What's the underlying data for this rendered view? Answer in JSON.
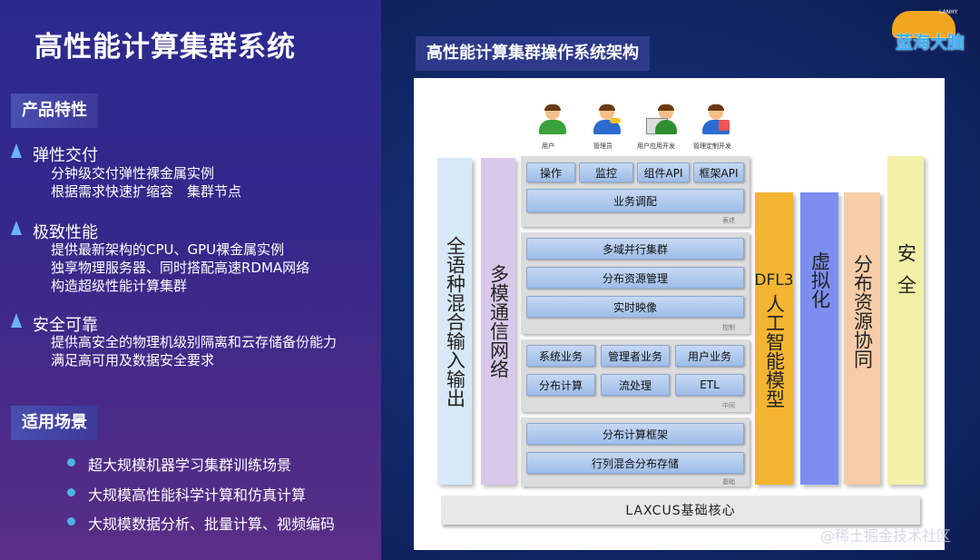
{
  "title": "高性能计算集群系统",
  "features_tag": "产品特性",
  "features": [
    {
      "title": "弹性交付",
      "lines": [
        "分钟级交付弹性裸金属实例",
        "根据需求快速扩缩容　集群节点"
      ]
    },
    {
      "title": "极致性能",
      "lines": [
        "提供最新架构的CPU、GPU裸金属实例",
        "独享物理服务器、同时搭配高速RDMA网络",
        "构造超级性能计算集群"
      ]
    },
    {
      "title": "安全可靠",
      "lines": [
        "提供高安全的物理机级别隔离和云存储备份能力",
        " 满足高可用及数据安全要求"
      ]
    }
  ],
  "scenes_tag": "适用场景",
  "scenes": [
    "超大规模机器学习集群训练场景",
    "大规模高性能科学计算和仿真计算",
    "大规模数据分析、批量计算、视频编码"
  ],
  "diagram_title": "高性能计算集群操作系统架构",
  "logo_text": "蓝海大脑",
  "logo_small": "LANHY",
  "diagram": {
    "users": [
      "用户",
      "管理员",
      "用户应用开发",
      "管理定制开发"
    ],
    "col_left1": "全语种混合输入输出",
    "col_left2": "多模通信网络",
    "group1": {
      "cells": [
        "操作",
        "监控",
        "组件API",
        "框架API",
        "业务调配"
      ],
      "label": "表述"
    },
    "group2": {
      "cells": [
        "多域并行集群",
        "分布资源管理",
        "实时映像"
      ],
      "label": "控制"
    },
    "group3": {
      "cells": [
        "系统业务",
        "管理者业务",
        "用户业务",
        "分布计算",
        "流处理",
        "ETL"
      ],
      "label": "中间"
    },
    "group4": {
      "cells": [
        "分布计算框架",
        "行列混合分布存储"
      ],
      "label": "基础"
    },
    "col_ai_prefix": "DFL3",
    "col_ai": "人工智能模型",
    "col_virt": "虚拟化",
    "col_res": "分布资源协同",
    "col_sec": "安全",
    "core": "LAXCUS基础核心"
  },
  "watermark": "@稀土掘金技术社区",
  "colors": {
    "accent_blue": "#4fb3e8",
    "ai_orange": "#f5b531",
    "virt_blue": "#7d8ef0",
    "res_peach": "#f6cda8",
    "sec_yellow": "#f3f0a8",
    "left_col_blue": "#d7e9f7",
    "left_col_purple": "#d8c9ea"
  }
}
